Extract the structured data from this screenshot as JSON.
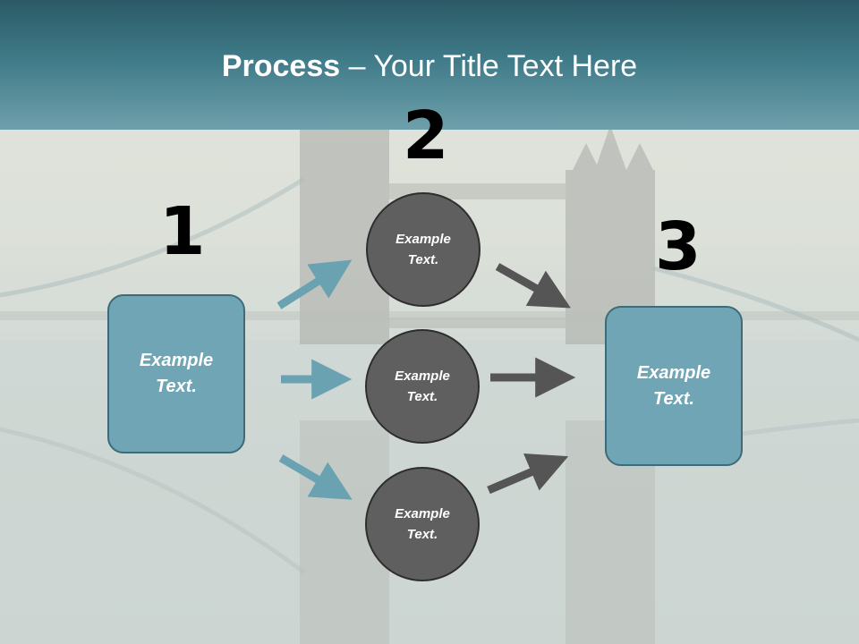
{
  "title": {
    "bold": "Process",
    "rest": " – Your Title Text Here"
  },
  "steps": {
    "one": "1",
    "two": "2",
    "three": "3"
  },
  "nodes": {
    "left_box": "Example\nText.",
    "circle_top": "Example\nText.",
    "circle_middle": "Example\nText.",
    "circle_bottom": "Example\nText.",
    "right_box": "Example\nText."
  },
  "colors": {
    "title_bar": "#3f7a88",
    "box_fill": "#6fa5b4",
    "circle_fill": "#5f5f5f",
    "teal_arrow": "#6aa2b1",
    "gray_arrow": "#555555"
  }
}
